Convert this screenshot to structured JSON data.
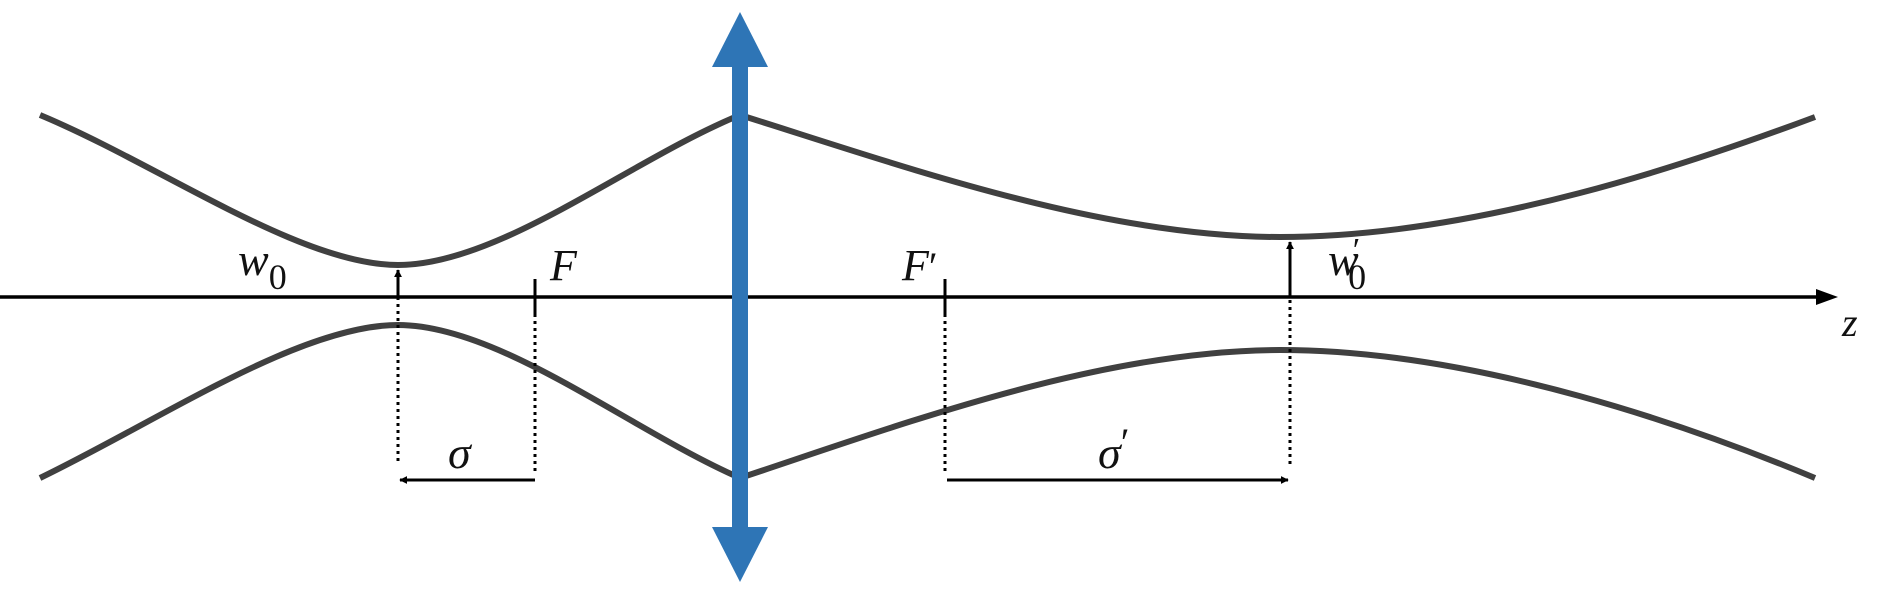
{
  "labels": {
    "w0": "w",
    "w0_sub": "0",
    "w0_prime": "w",
    "w0_prime_sub": "0",
    "w0_prime_mark": "′",
    "F": "F",
    "F_prime": "F",
    "F_prime_mark": "′",
    "sigma": "σ",
    "sigma_prime": "σ",
    "sigma_prime_mark": "′",
    "z": "z"
  },
  "colors": {
    "axis": "#000000",
    "beam": "#404040",
    "lens": "#2e75b6"
  },
  "icons": {
    "lens": "double-arrow-thin-lens"
  }
}
